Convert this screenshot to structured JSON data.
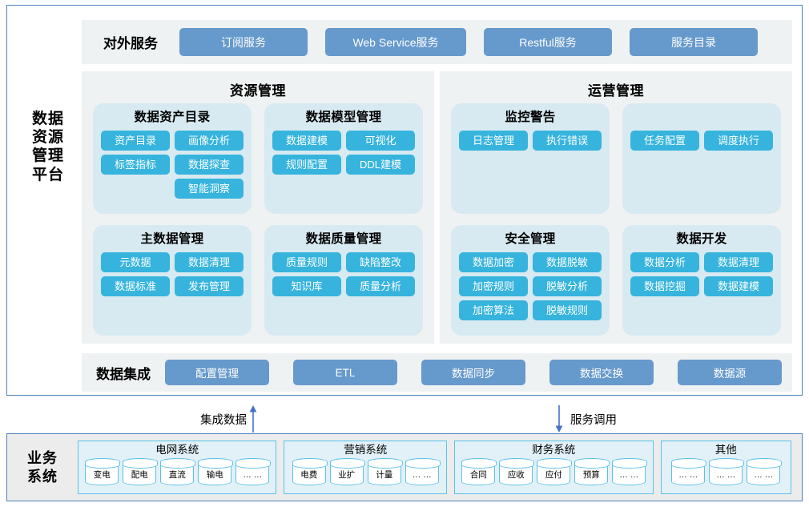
{
  "platform": {
    "title": "数据\n资源\n管理\n平台",
    "title_lines": [
      "数据",
      "资源",
      "管理",
      "平台"
    ]
  },
  "external_services": {
    "label": "对外服务",
    "items": [
      {
        "label": "订阅服务"
      },
      {
        "label": "Web Service服务"
      },
      {
        "label": "Restful服务"
      },
      {
        "label": "服务目录"
      }
    ]
  },
  "panels": [
    {
      "name": "resource-management",
      "title": "资源管理",
      "cards": [
        {
          "title": "数据资产目录",
          "chips": [
            "资产目录",
            "画像分析",
            "标签指标",
            "数据探查",
            "智能洞察"
          ],
          "offset_last": true
        },
        {
          "title": "数据模型管理",
          "chips": [
            "数据建模",
            "可视化",
            "规则配置",
            "DDL建模"
          ],
          "offset_last": false
        },
        {
          "title": "主数据管理",
          "chips": [
            "元数据",
            "数据清理",
            "数据标准",
            "发布管理"
          ],
          "offset_last": false
        },
        {
          "title": "数据质量管理",
          "chips": [
            "质量规则",
            "缺陷整改",
            "知识库",
            "质量分析"
          ],
          "offset_last": false
        }
      ]
    },
    {
      "name": "operation-management",
      "title": "运营管理",
      "cards": [
        {
          "title": "监控警告",
          "chips": [
            "日志管理",
            "执行错误"
          ],
          "offset_last": false
        },
        {
          "title": "",
          "chips": [
            "任务配置",
            "调度执行"
          ],
          "offset_last": false
        },
        {
          "title": "安全管理",
          "chips": [
            "数据加密",
            "数据脱敏",
            "加密规则",
            "脱敏分析",
            "加密算法",
            "脱敏规则"
          ],
          "offset_last": false
        },
        {
          "title": "数据开发",
          "chips": [
            "数据分析",
            "数据清理",
            "数据挖掘",
            "数据建模"
          ],
          "offset_last": false
        }
      ]
    }
  ],
  "data_integration": {
    "label": "数据集成",
    "items": [
      {
        "label": "配置管理"
      },
      {
        "label": "ETL"
      },
      {
        "label": "数据同步"
      },
      {
        "label": "数据交换"
      },
      {
        "label": "数据源"
      }
    ]
  },
  "arrows": [
    {
      "label": "集成数据",
      "direction": "up"
    },
    {
      "label": "服务调用",
      "direction": "down"
    }
  ],
  "business_systems": {
    "title_lines": [
      "业务",
      "系统"
    ],
    "groups": [
      {
        "title": "电网系统",
        "databases": [
          "变电",
          "配电",
          "直流",
          "输电",
          "… …"
        ]
      },
      {
        "title": "营销系统",
        "databases": [
          "电费",
          "业扩",
          "计量",
          "… …"
        ]
      },
      {
        "title": "财务系统",
        "databases": [
          "合同",
          "应收",
          "应付",
          "预算",
          "… …"
        ]
      },
      {
        "title": "其他",
        "databases": [
          "… …",
          "… …",
          "… …"
        ]
      }
    ]
  },
  "colors": {
    "frame_border": "#4f81bd",
    "strip_bg": "#eff2f3",
    "pill_blue": "#6699cc",
    "card_bg": "#d8eaf1",
    "chip_blue": "#36b4dd",
    "biz_bg": "#ececec",
    "biz_group_border": "#5bc2e7",
    "biz_group_bg": "#e2f1f8"
  }
}
